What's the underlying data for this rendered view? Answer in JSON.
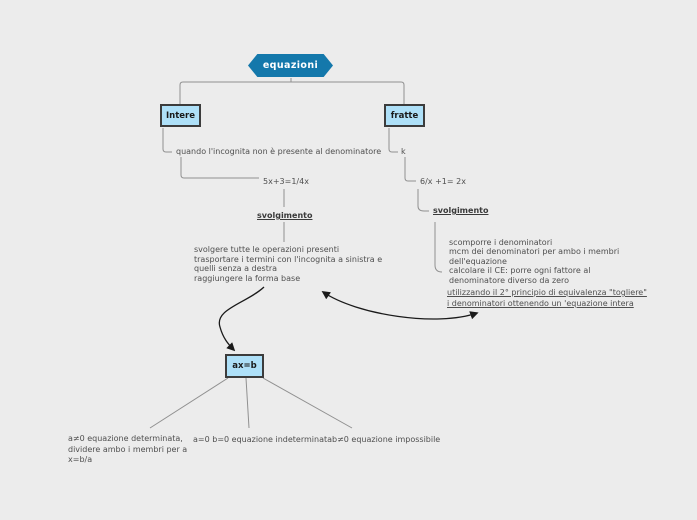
{
  "root": {
    "label": "equazioni"
  },
  "branches": {
    "intere": {
      "node_label": "Intere",
      "condition": "quando l'incognita non è presente al denominatore",
      "example": "5x+3=1/4x",
      "svolgimento": "svolgimento",
      "steps": [
        "svolgere tutte le operazioni presenti",
        "trasportare i termini con l'incognita a sinistra e",
        "quelli senza a destra",
        "raggiungere la forma base"
      ]
    },
    "fratte": {
      "node_label": "fratte",
      "condition": "k",
      "example": "6/x +1= 2x",
      "svolgimento": "svolgimento",
      "steps": [
        "scomporre i denominatori",
        "mcm dei denominatori per ambo i membri",
        "dell'equazione",
        "calcolare il CE: porre ogni fattore al",
        "denominatore diverso da zero"
      ],
      "note": [
        "utilizzando il 2° principio di equivalenza \"togliere\"",
        "i denominatori ottenendo un 'equazione intera"
      ]
    }
  },
  "base_form": {
    "node_label": "ax=b",
    "outcomes": {
      "determinata": [
        "a≠0 equazione determinata,",
        "dividere ambo i membri per a",
        "x=b/a"
      ],
      "indeterminata": "a=0 b=0 equazione indeterminata",
      "impossibile": "b≠0 equazione impossibile"
    }
  },
  "colors": {
    "background": "#ececec",
    "root_fill": "#1478ab",
    "root_text": "#ffffff",
    "node_fill": "#aee0f8",
    "node_border": "#3c3c3c",
    "connector": "#909090",
    "arrow": "#1a1a1a",
    "text": "#4f4f4f"
  }
}
